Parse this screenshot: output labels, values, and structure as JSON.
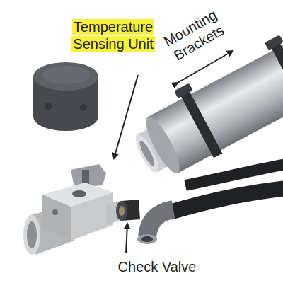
{
  "diagram": {
    "labels": [
      "Temperature Sensing Unit",
      "Mounting Brackets",
      "Check Valve"
    ]
  }
}
